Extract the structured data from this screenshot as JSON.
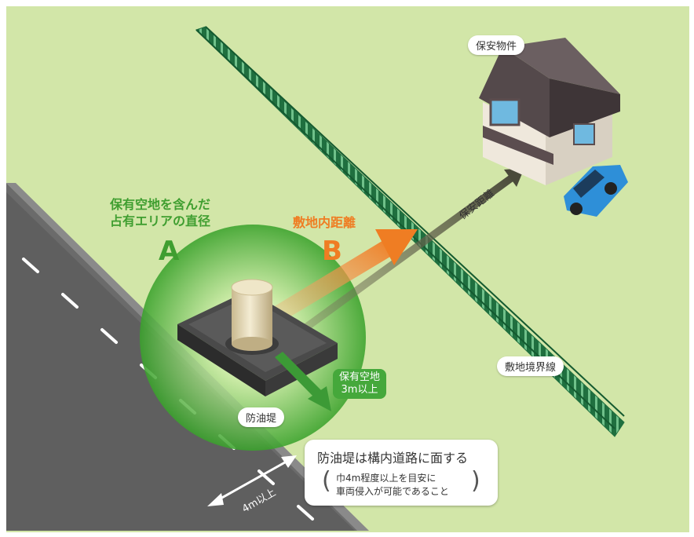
{
  "labels": {
    "protected_property": "保安物件",
    "boundary_line": "敷地境界線",
    "dike": "防油堤",
    "safety_distance": "保安距離",
    "site_distance": "敷地内距離",
    "diameter_line1": "保有空地を含んだ",
    "diameter_line2": "占有エリアの直径",
    "letter_a": "A",
    "letter_b": "B",
    "open_space_line1": "保有空地",
    "open_space_line2": "3m以上",
    "road_width": "4m以上"
  },
  "note": {
    "title": "防油堤は構内道路に面する",
    "sub_line1": "巾4m程度以上を目安に",
    "sub_line2": "車両侵入が可能であること"
  },
  "colors": {
    "background": "#d2e6a8",
    "green_text": "#3f9e30",
    "orange": "#ef7d23",
    "road": "#6b6b6b",
    "fence": "#2e8b57"
  }
}
